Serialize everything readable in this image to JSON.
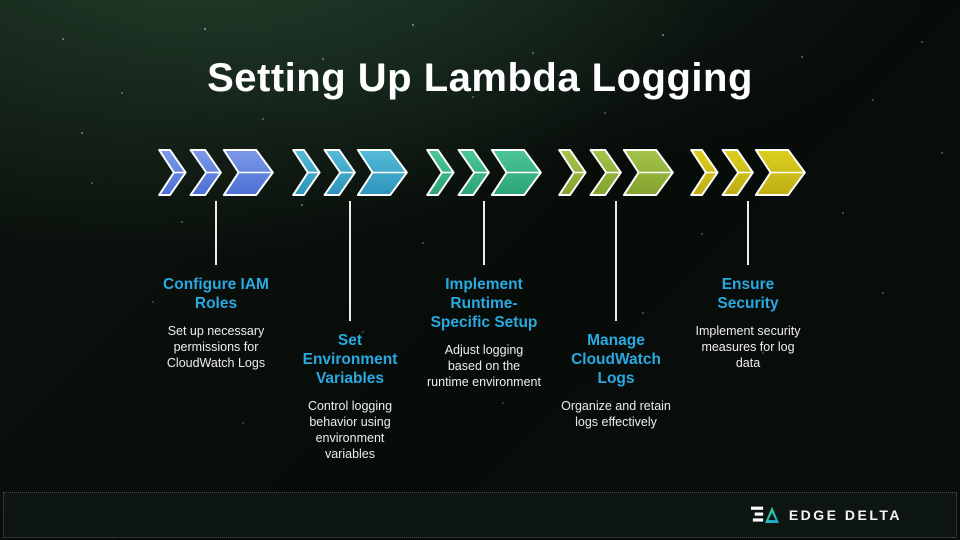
{
  "slide": {
    "title": "Setting Up Lambda Logging",
    "heading_color": "#29a9e0",
    "steps": [
      {
        "heading": "Configure IAM Roles",
        "heading_lines": [
          "Configure IAM",
          "Roles"
        ],
        "description": "Set up necessary permissions for CloudWatch Logs",
        "description_lines": [
          "Set up necessary",
          "permissions for",
          "CloudWatch Logs"
        ],
        "arrow_colors": {
          "top": "#7d9ae9",
          "bottom": "#4c6ed5"
        },
        "position": "high"
      },
      {
        "heading": "Set Environment Variables",
        "heading_lines": [
          "Set",
          "Environment",
          "Variables"
        ],
        "description": "Control logging behavior using environment variables",
        "description_lines": [
          "Control logging",
          "behavior using",
          "environment",
          "variables"
        ],
        "arrow_colors": {
          "top": "#56bcd9",
          "bottom": "#2d93bb"
        },
        "position": "low"
      },
      {
        "heading": "Implement Runtime-Specific Setup",
        "heading_lines": [
          "Implement",
          "Runtime-",
          "Specific Setup"
        ],
        "description": "Adjust logging based on the runtime environment",
        "description_lines": [
          "Adjust logging",
          "based on the",
          "runtime environment"
        ],
        "arrow_colors": {
          "top": "#4cc795",
          "bottom": "#2ca377"
        },
        "position": "high"
      },
      {
        "heading": "Manage CloudWatch Logs",
        "heading_lines": [
          "Manage",
          "CloudWatch",
          "Logs"
        ],
        "description": "Organize and retain logs effectively",
        "description_lines": [
          "Organize and retain",
          "logs effectively"
        ],
        "arrow_colors": {
          "top": "#a5c44a",
          "bottom": "#83a22e"
        },
        "position": "low"
      },
      {
        "heading": "Ensure Security",
        "heading_lines": [
          "Ensure",
          "Security"
        ],
        "description": "Implement security measures for log data",
        "description_lines": [
          "Implement security",
          "measures for log",
          "data"
        ],
        "arrow_colors": {
          "top": "#ddcf1e",
          "bottom": "#beae13"
        },
        "position": "high"
      }
    ],
    "footer": {
      "brand": "EDGE DELTA"
    }
  }
}
